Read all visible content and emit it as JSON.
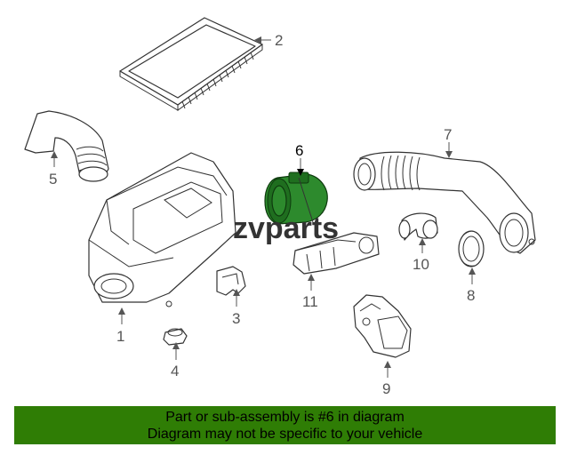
{
  "callouts": {
    "c1": "1",
    "c2": "2",
    "c3": "3",
    "c4": "4",
    "c5": "5",
    "c6": "6",
    "c7": "7",
    "c8": "8",
    "c9": "9",
    "c10": "10",
    "c11": "11"
  },
  "watermark": {
    "brand": "zvparts"
  },
  "footer": {
    "line1": "Part or sub-assembly is #6 in diagram",
    "line2": "Diagram may not be specific to your vehicle"
  },
  "colors": {
    "highlight": "#2d8a2d",
    "footer_bg": "#2f7d05"
  }
}
